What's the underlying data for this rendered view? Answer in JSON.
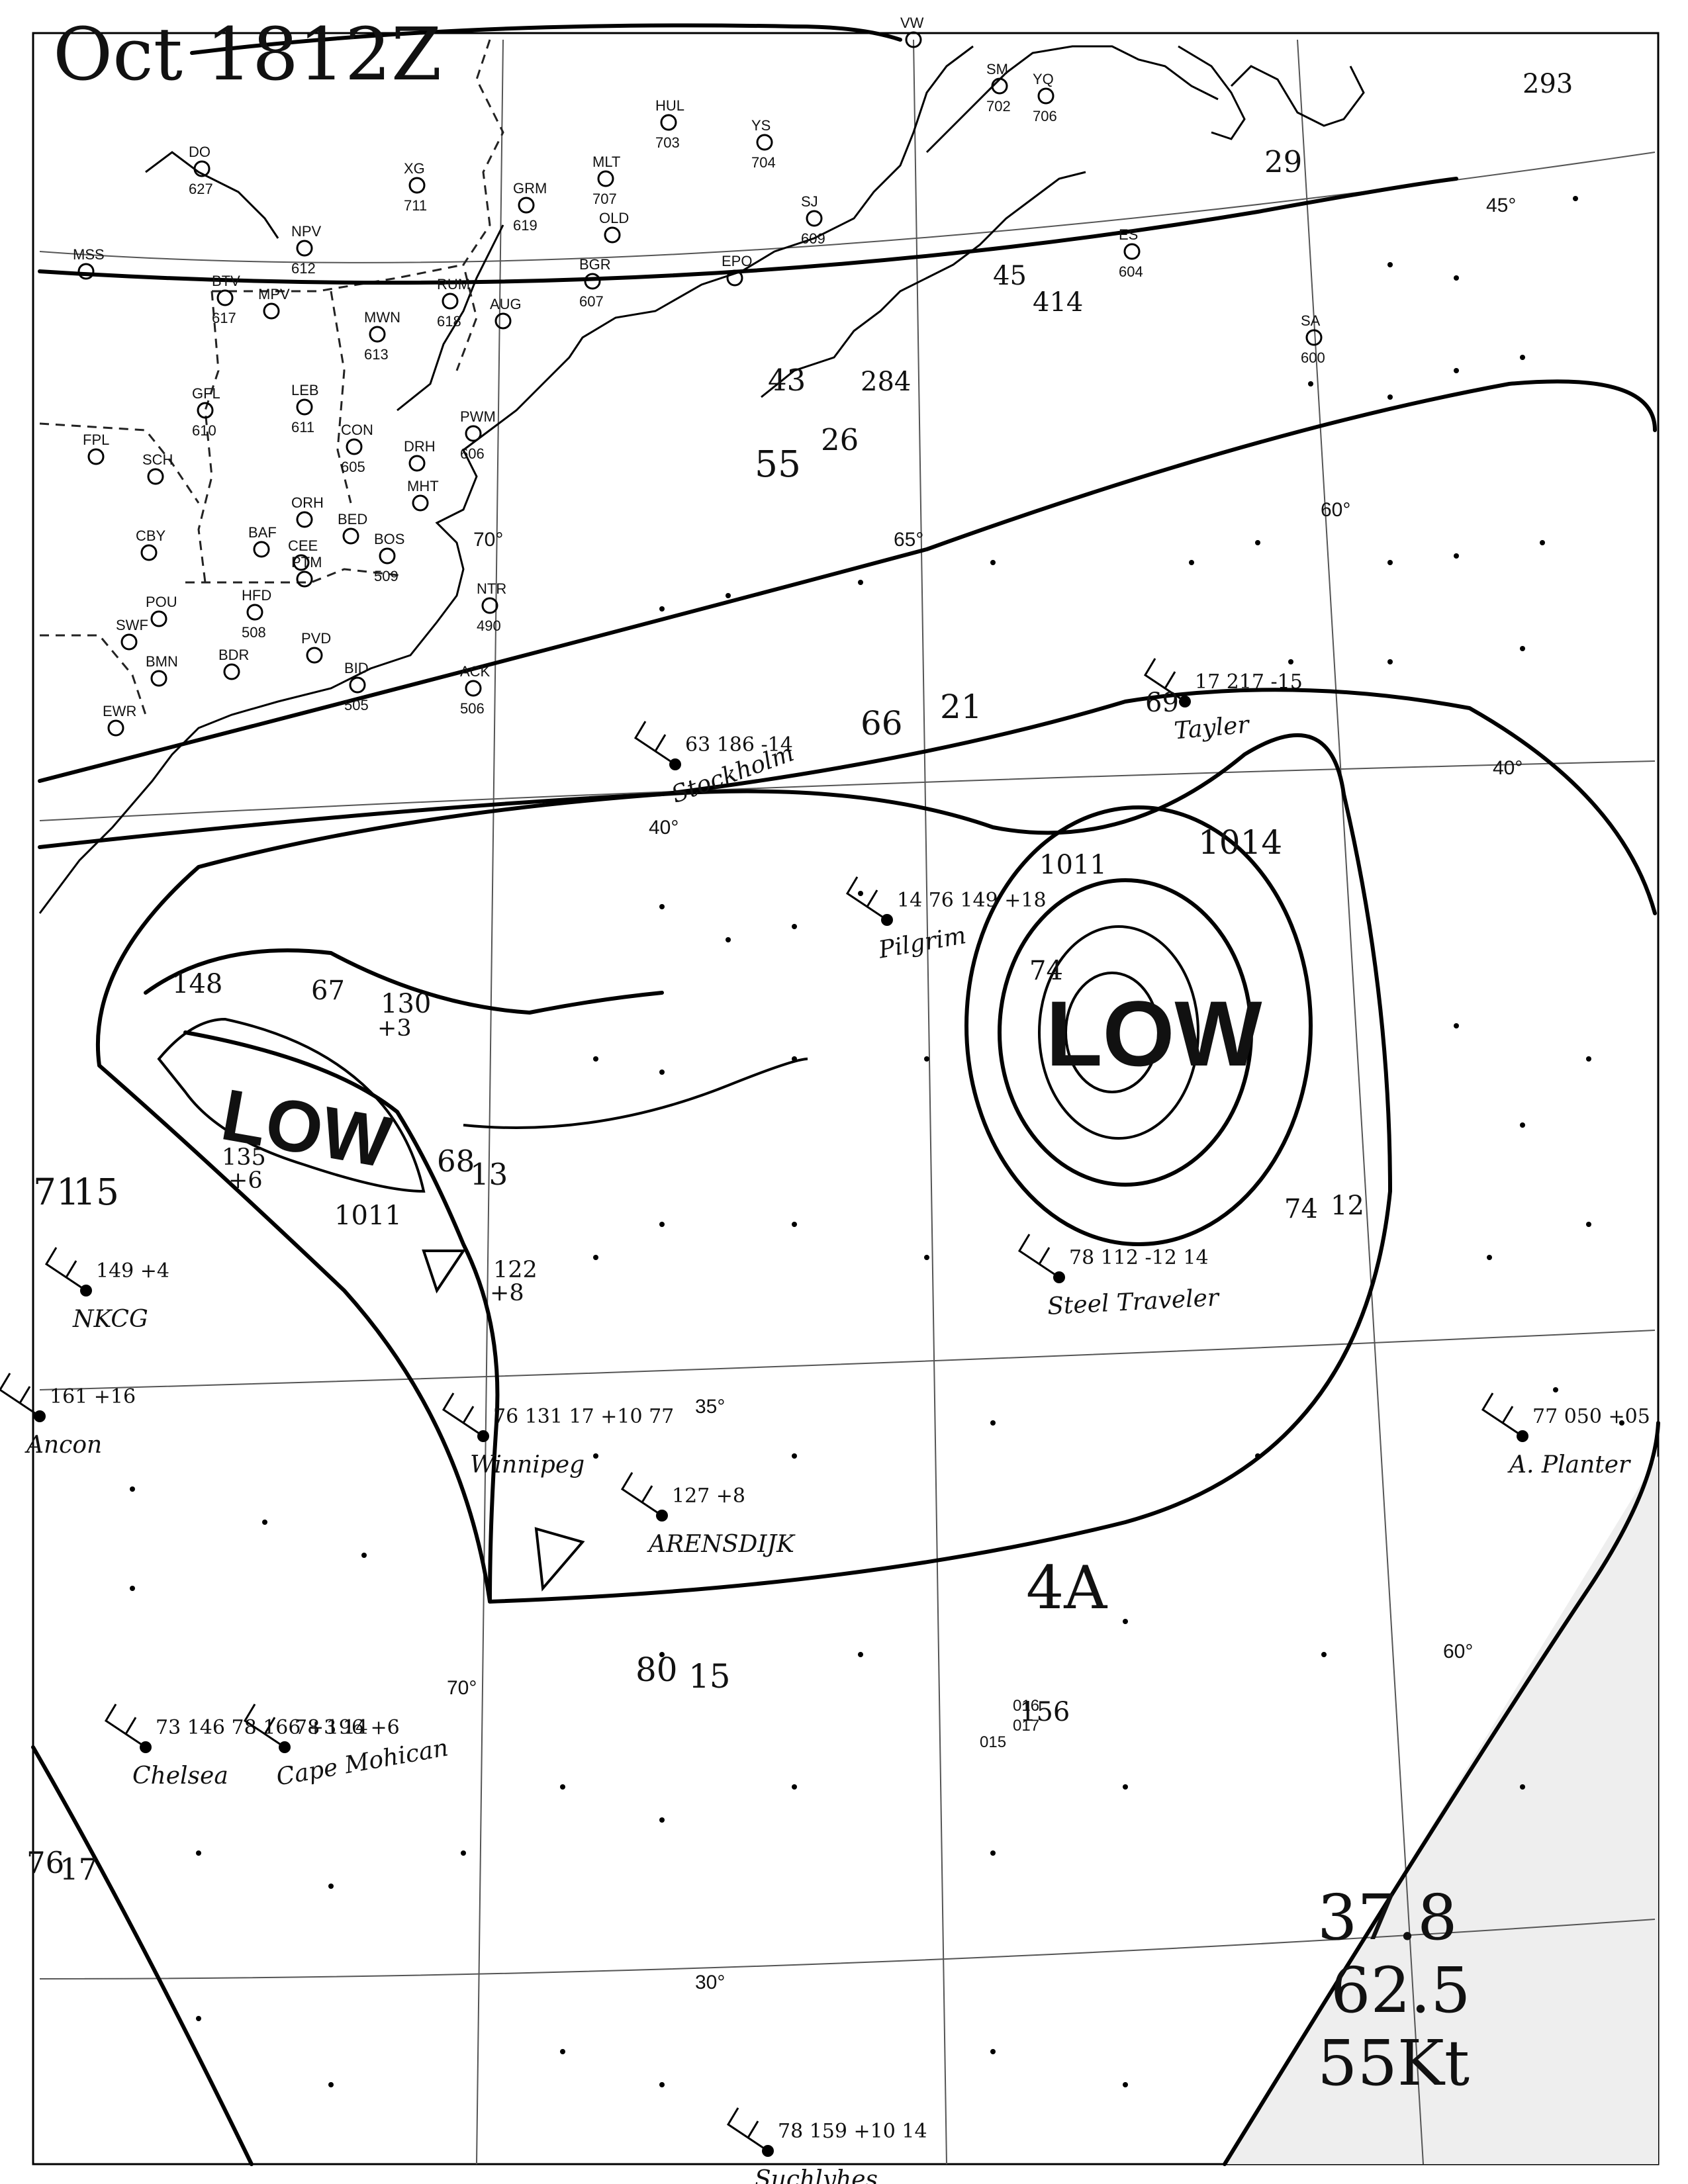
{
  "header": {
    "datetime": "Oct 1812Z"
  },
  "grid_labels": {
    "lat45": "45°",
    "lat40a": "40°",
    "lat40b": "40°",
    "lat35": "35°",
    "lat30": "30°",
    "lon70a": "70°",
    "lon65": "65°",
    "lon60a": "60°",
    "lon70b": "70°",
    "lon60b": "60°"
  },
  "pressure_centers": [
    {
      "id": "low-east",
      "label": "LOW",
      "pressure": "1011"
    },
    {
      "id": "low-west",
      "label": "LOW",
      "pressure": "1011"
    }
  ],
  "isobars": {
    "label_1014": "1014",
    "label_1011_west": "1011"
  },
  "summary": {
    "lat": "37.8",
    "lon": "62.5",
    "wind": "55Kt"
  },
  "annotations": {
    "hour": "4A"
  },
  "stations": [
    {
      "id": "DO",
      "num": "627"
    },
    {
      "id": "XG",
      "num": "711"
    },
    {
      "id": "GRM",
      "num": "619"
    },
    {
      "id": "MLT",
      "num": "707"
    },
    {
      "id": "HUL",
      "num": "703"
    },
    {
      "id": "YS",
      "num": "704"
    },
    {
      "id": "OLD",
      "num": ""
    },
    {
      "id": "SJ",
      "num": "609"
    },
    {
      "id": "NPV",
      "num": "612"
    },
    {
      "id": "MSS",
      "num": ""
    },
    {
      "id": "BTV",
      "num": "617"
    },
    {
      "id": "MPV",
      "num": ""
    },
    {
      "id": "RUM",
      "num": "618"
    },
    {
      "id": "MWN",
      "num": "613"
    },
    {
      "id": "AUG",
      "num": ""
    },
    {
      "id": "BGR",
      "num": "607"
    },
    {
      "id": "EPO",
      "num": ""
    },
    {
      "id": "ES",
      "num": "604"
    },
    {
      "id": "SA",
      "num": "600"
    },
    {
      "id": "LEB",
      "num": "611"
    },
    {
      "id": "CON",
      "num": "605"
    },
    {
      "id": "GFL",
      "num": "610"
    },
    {
      "id": "FPL",
      "num": ""
    },
    {
      "id": "SCH",
      "num": ""
    },
    {
      "id": "PWM",
      "num": "606"
    },
    {
      "id": "DRH",
      "num": ""
    },
    {
      "id": "MHT",
      "num": ""
    },
    {
      "id": "BED",
      "num": ""
    },
    {
      "id": "BOS",
      "num": "509"
    },
    {
      "id": "ORH",
      "num": ""
    },
    {
      "id": "BAF",
      "num": ""
    },
    {
      "id": "CEE",
      "num": ""
    },
    {
      "id": "PTM",
      "num": ""
    },
    {
      "id": "HFD",
      "num": "508"
    },
    {
      "id": "POU",
      "num": ""
    },
    {
      "id": "SWF",
      "num": ""
    },
    {
      "id": "BDR",
      "num": ""
    },
    {
      "id": "BMN",
      "num": ""
    },
    {
      "id": "EWR",
      "num": ""
    },
    {
      "id": "NTR",
      "num": "490"
    },
    {
      "id": "ACK",
      "num": "506"
    },
    {
      "id": "BID",
      "num": "505"
    },
    {
      "id": "PVD",
      "num": ""
    },
    {
      "id": "SM",
      "num": "702"
    },
    {
      "id": "YQ",
      "num": "706"
    },
    {
      "id": "VW",
      "num": ""
    },
    {
      "id": "CBY",
      "num": ""
    }
  ],
  "ships": [
    {
      "name": "Stockholm",
      "data": "63 186 -14"
    },
    {
      "name": "Pilgrim",
      "data": "14 76 149 +18"
    },
    {
      "name": "Tayler",
      "data": "17 217 -15"
    },
    {
      "name": "Steel Traveler",
      "data": "78 112 -12 14"
    },
    {
      "name": "Winnipeg",
      "data": "76 131 17 +10 77"
    },
    {
      "name": "ARENSDIJK",
      "data": "127 +8"
    },
    {
      "name": "NKCG",
      "data": "149 +4"
    },
    {
      "name": "Ancon",
      "data": "161 +16"
    },
    {
      "name": "Chelsea",
      "data": "73 146 78 166 +3 14"
    },
    {
      "name": "Cape Mohican",
      "data": "78 196 +6"
    },
    {
      "name": "A. Planter",
      "data": "77 050 +05"
    },
    {
      "name": "Suchlyhes",
      "data": "78 159 +10 14"
    }
  ],
  "obs_labels": {
    "a1": "66",
    "a2": "21",
    "a3": "69",
    "a4": "74",
    "a5": "74",
    "a6": "12",
    "a7": "68",
    "a8": "13",
    "a9": "80",
    "a10": "15",
    "a11": "76",
    "a12": "17",
    "a13": "71",
    "a14": "15",
    "a15": "55",
    "a16": "26",
    "a17": "43",
    "a18": "284",
    "a19": "45",
    "a20": "414",
    "a21": "156",
    "a22": "016",
    "a23": "017",
    "a24": "015",
    "a25": "148",
    "a26": "67",
    "a27": "130",
    "a28": "+3",
    "a29": "135",
    "a30": "+6",
    "a31": "122",
    "a32": "+8",
    "a33": "293",
    "a34": "29"
  }
}
